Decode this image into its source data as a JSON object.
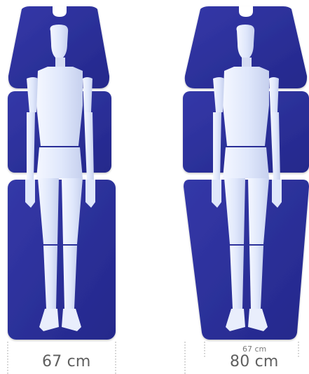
{
  "colors": {
    "table": "#2b2f9a",
    "table_dark": "#1f2380",
    "figure": "#dfe7fb",
    "figure_shadow": "#c3cdea",
    "guide_line": "#9a9a9a",
    "label": "#5f5f5f",
    "background": "#ffffff"
  },
  "left_table": {
    "width_label": "67 cm"
  },
  "right_table": {
    "width_label": "80 cm",
    "reference_width_label": "67 cm"
  }
}
